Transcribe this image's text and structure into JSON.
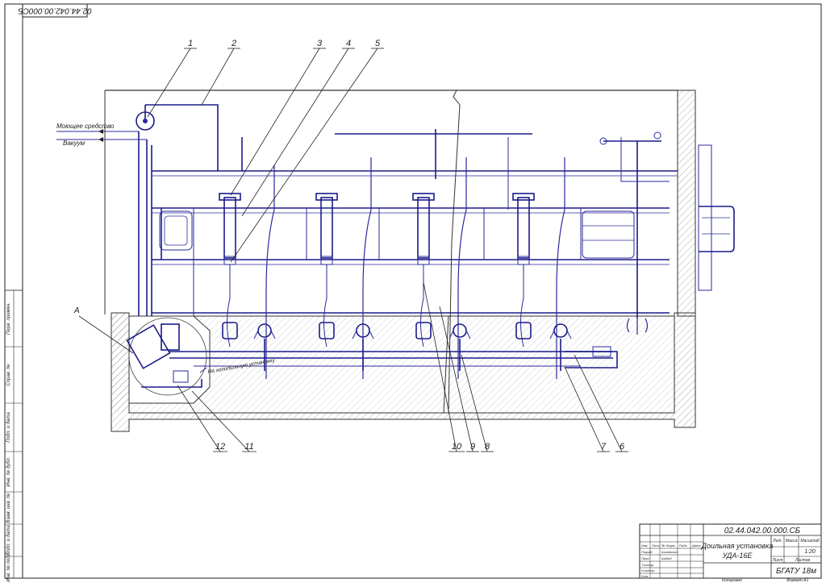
{
  "doc_code_rotated": "02.44.042.00.000СБ",
  "inlet_labels": {
    "detergent": "Моющее средство",
    "vacuum": "Вакуум"
  },
  "cooler_note": "На холодильную установку",
  "view_letter": "А",
  "callouts": [
    "1",
    "2",
    "3",
    "4",
    "5",
    "6",
    "7",
    "8",
    "9",
    "10",
    "11",
    "12"
  ],
  "stamp": {
    "doc_code": "02.44.042.00.000.СБ",
    "title_line1": "Доильная установка",
    "title_line2": "УДА-16Е",
    "scale": "1:20",
    "org": "БГАТУ 18м",
    "col_headers": [
      "Лит.",
      "Масса",
      "Масштаб"
    ],
    "sheet_label": "Лист",
    "sheets_label": "Листов",
    "copied": "Копировал",
    "format": "Формат A1",
    "rows": [
      "Изм.",
      "Лист",
      "№ докум.",
      "Подп.",
      "Дата",
      "Разраб.",
      "Пров.",
      "Т.контр.",
      "Н.контр.",
      "Утв."
    ],
    "names": [
      "Кашевский",
      "Шабад"
    ]
  },
  "side_strip": [
    "Перв. примен.",
    "Справ. №",
    "Подп. и дата",
    "Инв. № дубл.",
    "Взам. инв. №",
    "Подп. и дата",
    "Инв. № подл."
  ],
  "colors": {
    "ink": "#2a2a9e",
    "frame": "#222222"
  }
}
